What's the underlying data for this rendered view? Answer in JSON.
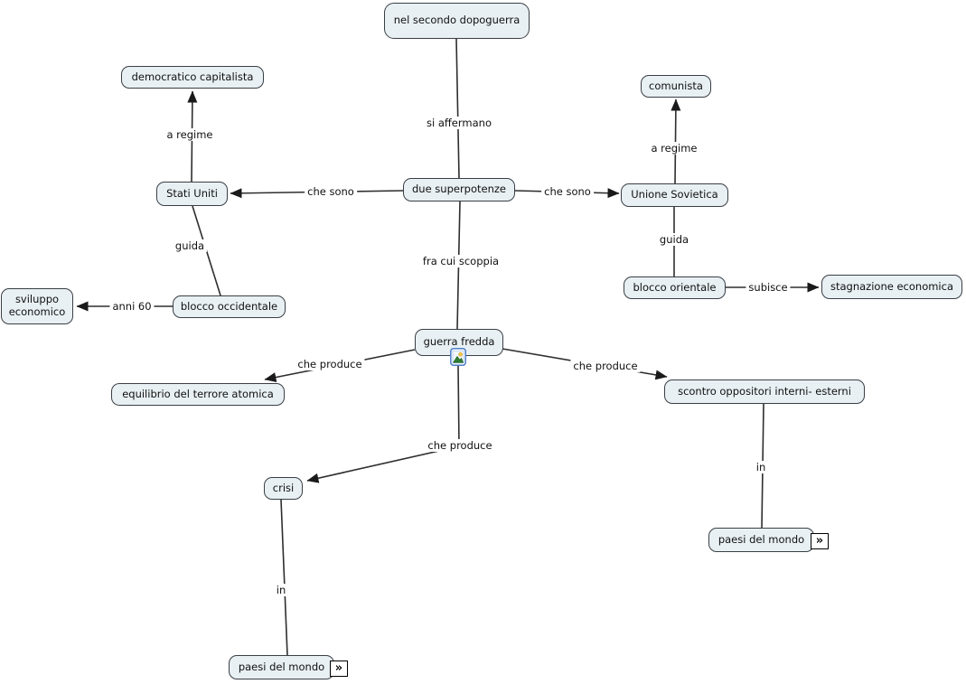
{
  "canvas": {
    "background": "#ffffff"
  },
  "colors": {
    "node_fill": "#e8f0f4",
    "node_border": "#3a3f45",
    "line": "#2e2e2e",
    "arrowhead": "#1a1a1a",
    "text": "#101010",
    "resource_icon_frame": "#4d7fc9"
  },
  "nodes": [
    {
      "id": "nel-secondo-dopoguerra",
      "label": "nel secondo dopoguerra"
    },
    {
      "id": "democratico-capitalista",
      "label": "democratico capitalista"
    },
    {
      "id": "comunista",
      "label": "comunista"
    },
    {
      "id": "stati-uniti",
      "label": "Stati Uniti"
    },
    {
      "id": "due-superpotenze",
      "label": "due superpotenze"
    },
    {
      "id": "unione-sovietica",
      "label": "Unione Sovietica"
    },
    {
      "id": "sviluppo-economico",
      "label": "sviluppo economico"
    },
    {
      "id": "blocco-occidentale",
      "label": "blocco occidentale"
    },
    {
      "id": "blocco-orientale",
      "label": "blocco orientale"
    },
    {
      "id": "stagnazione-economica",
      "label": "stagnazione economica"
    },
    {
      "id": "guerra-fredda",
      "label": "guerra fredda"
    },
    {
      "id": "equilibrio-del-terrore",
      "label": "equilibrio del terrore atomica"
    },
    {
      "id": "scontro-oppositori",
      "label": "scontro oppositori interni- esterni"
    },
    {
      "id": "crisi",
      "label": "crisi"
    },
    {
      "id": "paesi-del-mondo-destra",
      "label": "paesi del mondo"
    },
    {
      "id": "paesi-del-mondo-sinistra",
      "label": "paesi del mondo"
    }
  ],
  "links": [
    {
      "label": "si affermano"
    },
    {
      "label": "che sono"
    },
    {
      "label": "che sono"
    },
    {
      "label": "a regime"
    },
    {
      "label": "a regime"
    },
    {
      "label": "guida"
    },
    {
      "label": "guida"
    },
    {
      "label": "anni 60"
    },
    {
      "label": "subisce"
    },
    {
      "label": "fra cui scoppia"
    },
    {
      "label": "che produce"
    },
    {
      "label": "che produce"
    },
    {
      "label": "che produce"
    },
    {
      "label": "in"
    },
    {
      "label": "in"
    }
  ],
  "icons": {
    "expand_glyph": "»",
    "image_resource": "image-resource-icon",
    "expand_arrows": "expand-arrows-icon"
  }
}
